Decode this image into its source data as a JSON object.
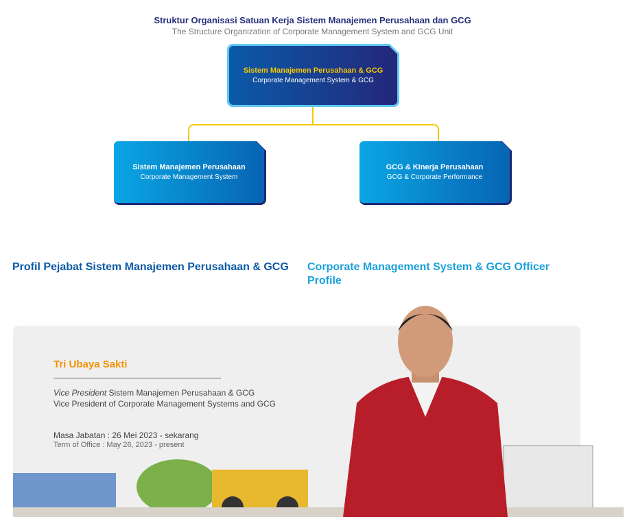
{
  "header": {
    "title_id": "Struktur Organisasi Satuan Kerja Sistem Manajemen Perusahaan dan GCG",
    "title_en": "The Structure Organization of Corporate Management System and GCG Unit"
  },
  "org": {
    "top": {
      "id": "Sistem Manajemen Perusahaan & GCG",
      "en": "Corporate Management System & GCG"
    },
    "left": {
      "id": "Sistem Manajemen Perusahaan",
      "en": "Corporate Management System"
    },
    "right": {
      "id": "GCG & Kinerja Perusahaan",
      "en": "GCG & Corporate Performance"
    }
  },
  "profile": {
    "heading_id": "Profil Pejabat Sistem Manajemen Perusahaan & GCG",
    "heading_en": "Corporate Management System & GCG Officer Profile",
    "name": "Tri Ubaya Sakti",
    "role_italic": "Vice President",
    "role_id": " Sistem Manajemen Perusahaan & GCG",
    "role_en": "Vice President of Corporate Management Systems and GCG",
    "term_id": "Masa Jabatan : 26 Mei 2023 - sekarang",
    "term_en": "Term of Office : May 26, 2023 - present"
  }
}
